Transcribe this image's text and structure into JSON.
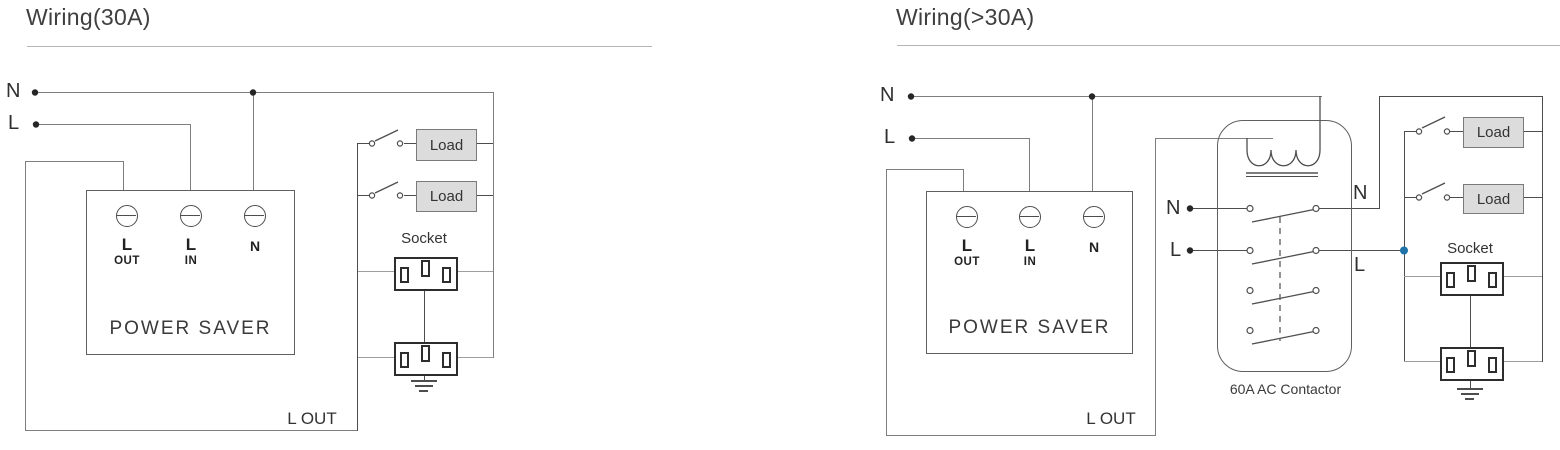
{
  "left": {
    "title": "Wiring(30A)",
    "n": "N",
    "l": "L",
    "power_saver": {
      "label": "POWER SAVER",
      "t1": "L",
      "t1b": "OUT",
      "t2": "L",
      "t2b": "IN",
      "t3": "N"
    },
    "load1": "Load",
    "load2": "Load",
    "socket": "Socket",
    "l_out": "L OUT"
  },
  "right": {
    "title": "Wiring(>30A)",
    "n": "N",
    "l": "L",
    "power_saver": {
      "label": "POWER SAVER",
      "t1": "L",
      "t1b": "OUT",
      "t2": "L",
      "t2b": "IN",
      "t3": "N"
    },
    "contactor": {
      "label": "60A AC Contactor",
      "in_n": "N",
      "in_l": "L",
      "out_n": "N",
      "out_l": "L"
    },
    "load1": "Load",
    "load2": "Load",
    "socket": "Socket",
    "l_out": "L OUT"
  },
  "colors": {
    "wire_gray": "#7e7e7e",
    "wire_dark": "#4d4d4d",
    "wire_light": "#9e9e9e",
    "box_border": "#5f5f5f",
    "socket_border": "#2d2d2d",
    "load_fill": "#dcdcdc",
    "load_border": "#7a7a7a",
    "junction_blue": "#1f73a8",
    "underline": "#b5b5b5",
    "title_text": "#3f3f3f",
    "text": "#3a3a3a"
  }
}
